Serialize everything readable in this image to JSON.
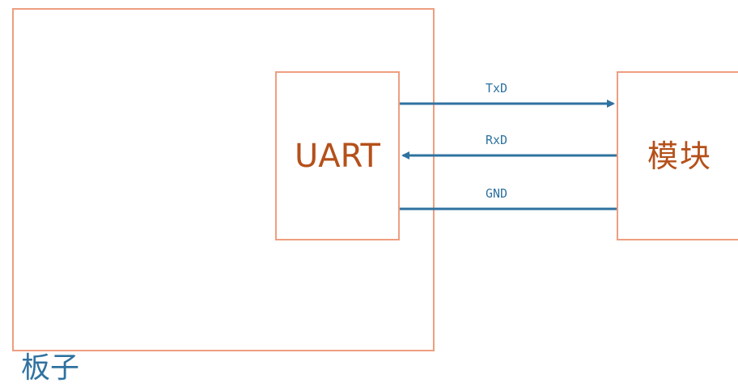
{
  "board": {
    "label": "板子"
  },
  "uart": {
    "label": "UART"
  },
  "module": {
    "label": "模块"
  },
  "signals": [
    {
      "name": "TxD",
      "direction": "to-module"
    },
    {
      "name": "RxD",
      "direction": "to-uart"
    },
    {
      "name": "GND",
      "direction": "none"
    }
  ],
  "colors": {
    "box_border": "#ee9e80",
    "box_text": "#b5501a",
    "wire": "#2f72a0"
  }
}
